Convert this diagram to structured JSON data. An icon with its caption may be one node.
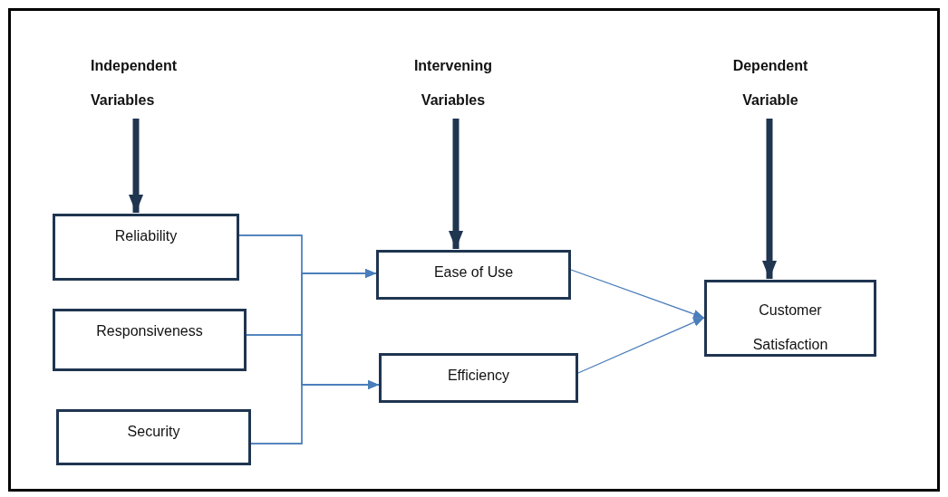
{
  "diagram": {
    "nodes": [
      {
        "text": [
          "Independent Variables"
        ]
      },
      {
        "text": [
          "Intervening Variables"
        ]
      },
      {
        "text": [
          "Dependent Variable"
        ]
      },
      {
        "text": [
          "Reliability"
        ]
      },
      {
        "text": [
          "Responsiveness"
        ]
      },
      {
        "text": [
          "Security"
        ]
      },
      {
        "text": [
          "Ease of Use"
        ]
      },
      {
        "text": [
          "Efficiency"
        ]
      },
      {
        "text": [
          "Customer Satisfaction"
        ]
      }
    ],
    "edges": [
      {
        "from": 0,
        "to": 3,
        "arrow": "to",
        "style": "thick",
        "color": "#1f3550"
      },
      {
        "from": 1,
        "to": 6,
        "arrow": "to",
        "style": "thick",
        "color": "#1f3550"
      },
      {
        "from": 2,
        "to": 8,
        "arrow": "to",
        "style": "thick",
        "color": "#1f3550"
      },
      {
        "from": 3,
        "to": 6,
        "arrow": "to"
      },
      {
        "from": 4,
        "to": 6,
        "arrow": "to"
      },
      {
        "from": 5,
        "to": 6,
        "arrow": "to"
      },
      {
        "from": 3,
        "to": 7,
        "arrow": "to"
      },
      {
        "from": 4,
        "to": 7,
        "arrow": "to"
      },
      {
        "from": 5,
        "to": 7,
        "arrow": "to"
      },
      {
        "from": 6,
        "to": 8,
        "arrow": "to"
      },
      {
        "from": 7,
        "to": 8,
        "arrow": "to"
      }
    ]
  }
}
